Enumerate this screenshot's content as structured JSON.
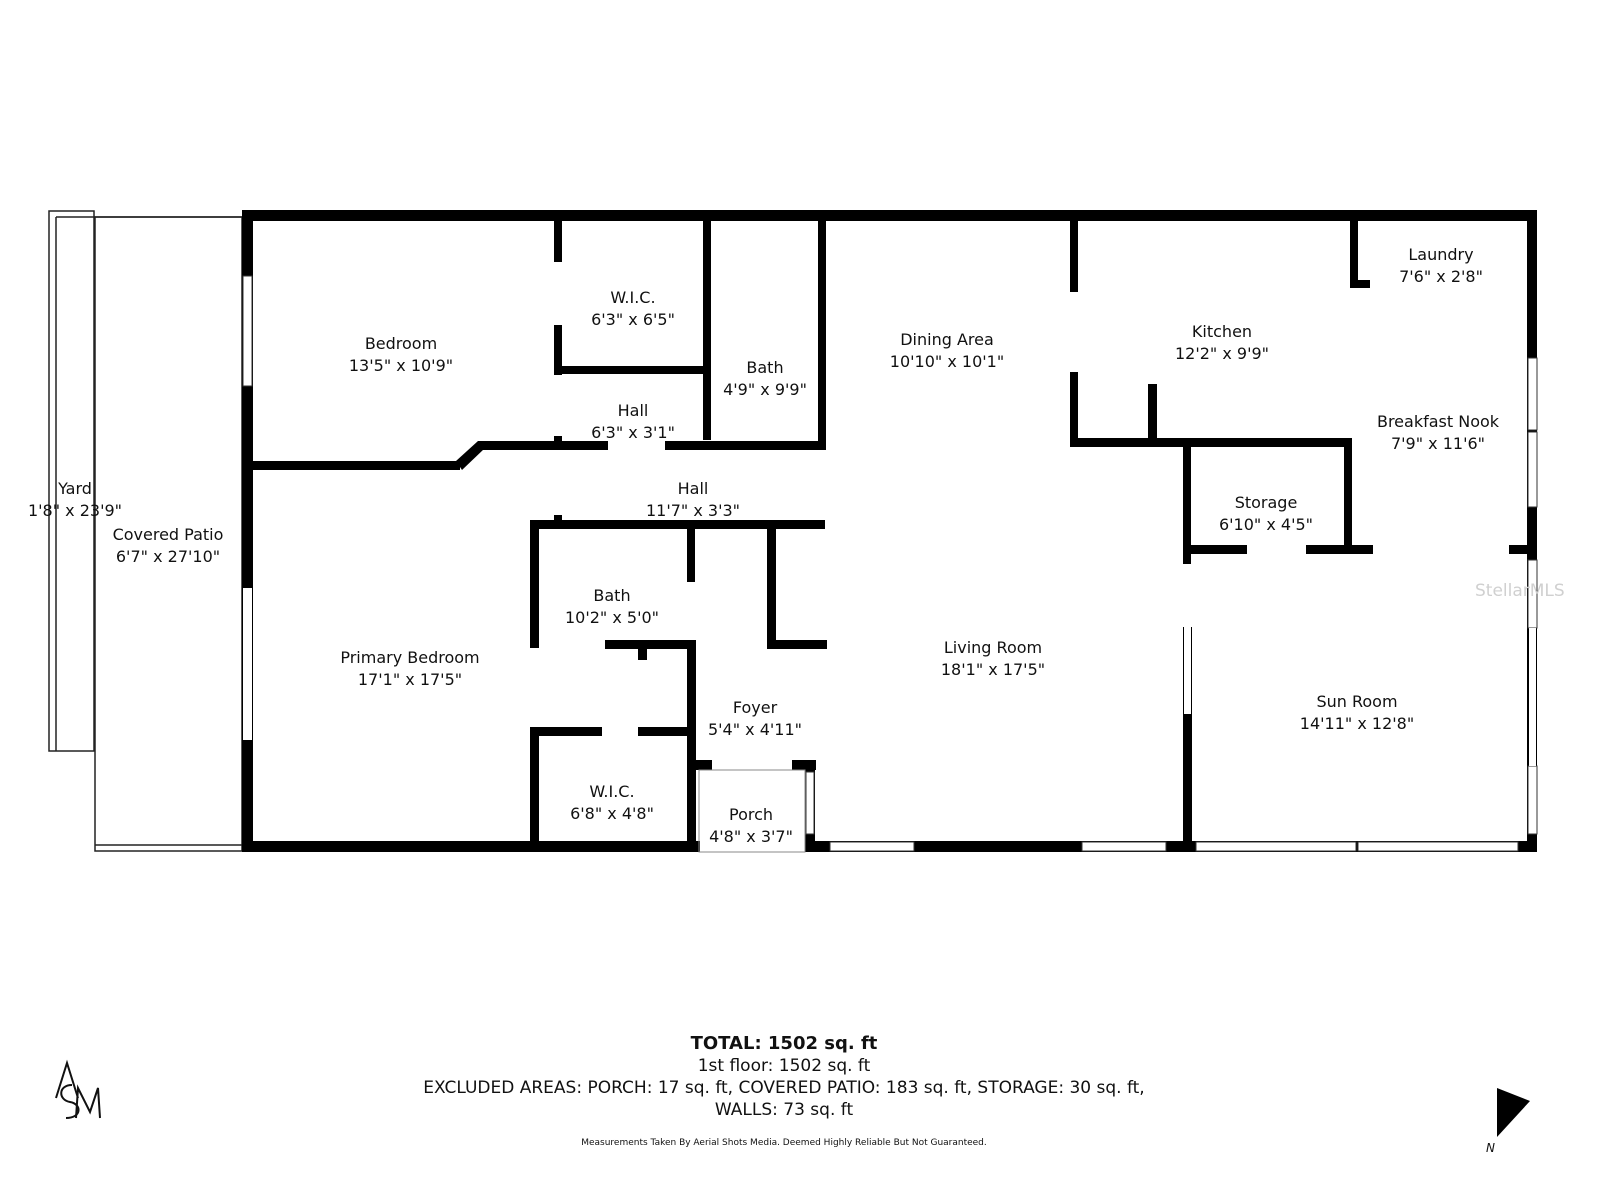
{
  "rooms": [
    {
      "name": "Yard",
      "dims": "1'8\" x 23'9\""
    },
    {
      "name": "Covered Patio",
      "dims": "6'7\" x 27'10\""
    },
    {
      "name": "Bedroom",
      "dims": "13'5\" x 10'9\""
    },
    {
      "name": "W.I.C.",
      "dims": "6'3\" x 6'5\""
    },
    {
      "name": "Bath",
      "dims": "4'9\" x 9'9\""
    },
    {
      "name": "Hall",
      "dims": "6'3\" x 3'1\""
    },
    {
      "name": "Hall",
      "dims": "11'7\" x 3'3\""
    },
    {
      "name": "Dining Area",
      "dims": "10'10\" x 10'1\""
    },
    {
      "name": "Kitchen",
      "dims": "12'2\" x 9'9\""
    },
    {
      "name": "Laundry",
      "dims": "7'6\" x 2'8\""
    },
    {
      "name": "Breakfast Nook",
      "dims": "7'9\" x 11'6\""
    },
    {
      "name": "Storage",
      "dims": "6'10\" x 4'5\""
    },
    {
      "name": "Bath",
      "dims": "10'2\" x 5'0\""
    },
    {
      "name": "Primary Bedroom",
      "dims": "17'1\" x 17'5\""
    },
    {
      "name": "Living Room",
      "dims": "18'1\" x 17'5\""
    },
    {
      "name": "Sun Room",
      "dims": "14'11\" x 12'8\""
    },
    {
      "name": "Foyer",
      "dims": "5'4\" x 4'11\""
    },
    {
      "name": "W.I.C.",
      "dims": "6'8\" x 4'8\""
    },
    {
      "name": "Porch",
      "dims": "4'8\" x 3'7\""
    }
  ],
  "summary": {
    "total": "TOTAL: 1502 sq. ft",
    "floor": "1st floor: 1502 sq. ft",
    "excluded": "EXCLUDED AREAS: PORCH: 17 sq. ft, COVERED PATIO: 183 sq. ft, STORAGE: 30 sq. ft,",
    "walls": "WALLS: 73 sq. ft",
    "disclaimer": "Measurements Taken By Aerial Shots Media. Deemed Highly Reliable But Not Guaranteed."
  },
  "logo": "ASM",
  "watermark": "StellarMLS",
  "compass": {
    "label": "N",
    "icon": "north-arrow-icon"
  },
  "colors": {
    "wall": "#000000",
    "background": "#ffffff"
  }
}
